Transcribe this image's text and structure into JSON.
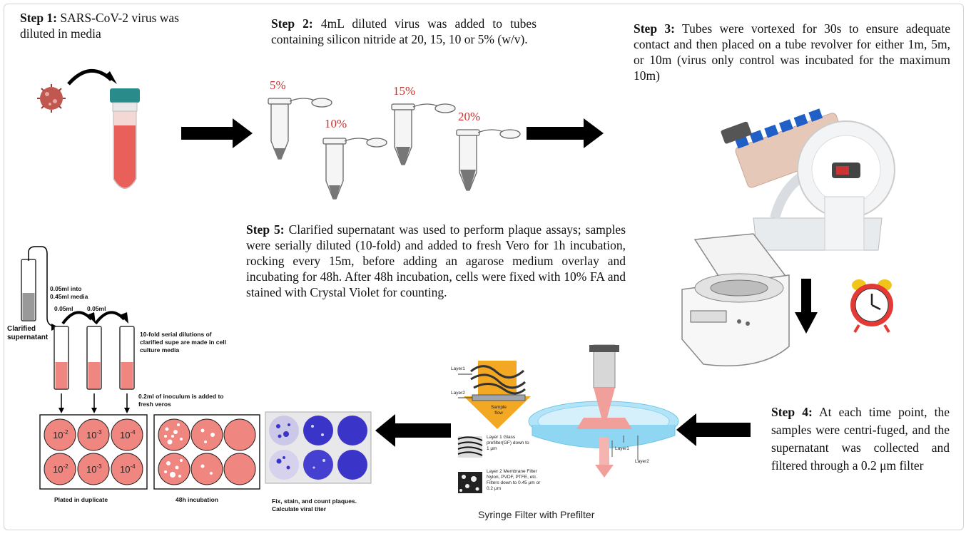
{
  "step1": {
    "label": "Step 1:",
    "text": "SARS-CoV-2 virus was diluted in media"
  },
  "step2": {
    "label": "Step 2:",
    "text": "4mL diluted virus was added to tubes containing silicon nitride at 20, 15, 10 or 5% (w/v)."
  },
  "step3": {
    "label": "Step 3:",
    "text": "Tubes were vortexed for 30s to ensure adequate contact and then placed on a tube revolver for either 1m, 5m, or 10m (virus only control was incubated for the maximum 10m)"
  },
  "step4": {
    "label": "Step 4:",
    "text": "At each time point, the samples were centri-fuged, and the supernatant was collected and filtered through a 0.2 μm filter"
  },
  "step5": {
    "label": "Step 5:",
    "text": "Clarified supernatant was used to perform plaque assays; samples were serially diluted (10-fold) and added to fresh Vero for 1h incubation, rocking every 15m, before adding an agarose medium overlay and incubating for 48h. After 48h incubation, cells were fixed with 10% FA and stained with Crystal Violet for counting."
  },
  "percentages": [
    "5%",
    "10%",
    "15%",
    "20%"
  ],
  "plaque": {
    "into_media": "0.05ml into 0.45ml media",
    "vol1": "0.05ml",
    "vol2": "0.05ml",
    "clarified": "Clarified supernatant",
    "serial": "10-fold serial dilutions of clarified supe are made in cell culture media",
    "inoculum": "0.2ml of inoculum is added to fresh veros",
    "wells": [
      [
        "10",
        "-2"
      ],
      [
        "10",
        "-3"
      ],
      [
        "10",
        "-4"
      ]
    ],
    "plated": "Plated in duplicate",
    "incubation": "48h incubation",
    "count": "Fix, stain, and count plaques. Calculate viral titer"
  },
  "filter": {
    "layer1_tag": "Layer1",
    "layer2_tag": "Layer2",
    "sample_flow": "Sample flow",
    "layer1_desc": "Layer 1 Glass prefilter(GF) down to 1 μm",
    "layer2_desc": "Layer 2 Membrane Filter Nylon, PVDF, PTFE, etc. Filters down to 0.45 μm or 0.2 μm",
    "syr_layer1": "Layer1",
    "syr_layer2": "Layer2",
    "caption": "Syringe Filter with Prefilter"
  },
  "colors": {
    "pink": "#ef8680",
    "red_text": "#c9302c",
    "crystal_violet": "#3a34c8",
    "arrow": "#000000"
  }
}
